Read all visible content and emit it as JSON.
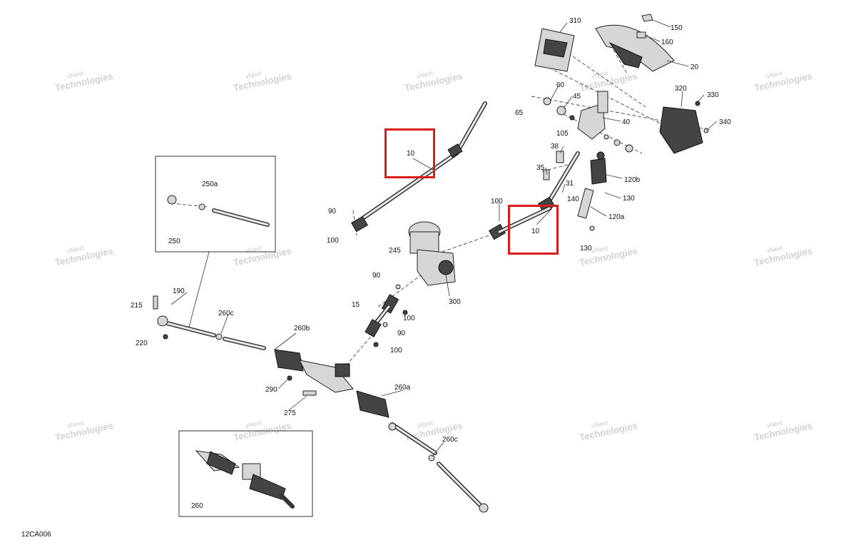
{
  "diagram": {
    "code": "12CA006",
    "watermark": {
      "line1": "vNext",
      "line2": "Technologies"
    },
    "labels": {
      "p310": "310",
      "p150": "150",
      "p160": "160",
      "p20": "20",
      "p60": "60",
      "p45": "45",
      "p65": "65",
      "p105": "105",
      "p40": "40",
      "p320": "320",
      "p330": "330",
      "p340": "340",
      "p38": "38",
      "p35": "35",
      "p31": "31",
      "p120b": "120b",
      "p130a": "130",
      "p140": "140",
      "p120a": "120a",
      "p130b": "130",
      "p100a": "100",
      "p10a": "10",
      "p10b": "10",
      "p90a": "90",
      "p100b": "100",
      "p245": "245",
      "p300": "300",
      "p90b": "90",
      "p100c": "100",
      "p15": "15",
      "p90c": "90",
      "p100d": "100",
      "p250a": "250a",
      "p250": "250",
      "p190": "190",
      "p215": "215",
      "p220": "220",
      "p260c1": "260c",
      "p260b": "260b",
      "p290": "290",
      "p260a": "260a",
      "p275": "275",
      "p260c2": "260c",
      "p260": "260"
    },
    "highlights": [
      {
        "label": "10",
        "color": "#d91c1c"
      },
      {
        "label": "10",
        "color": "#d91c1c"
      }
    ]
  }
}
